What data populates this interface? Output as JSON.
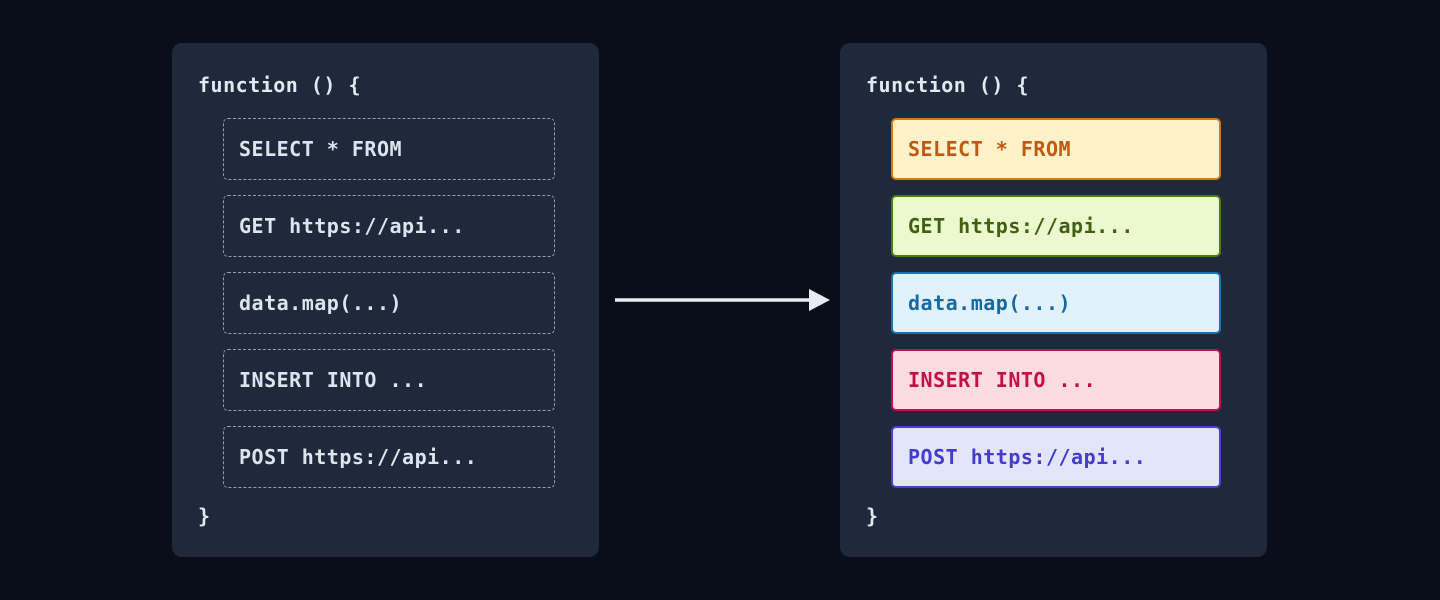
{
  "page": {
    "background": "#0a0e18",
    "panel_background": "#1e293b",
    "title_color": "#e2e8f0",
    "arrow_color": "#e7ebf2",
    "dashed_border_color": "#94a0b0",
    "dashed_text_color": "#dde4ee"
  },
  "left_panel": {
    "title": "function () {",
    "close_brace": "}",
    "items": [
      {
        "id": "select-from",
        "label": "SELECT * FROM"
      },
      {
        "id": "get-https-api",
        "label": "GET https://api..."
      },
      {
        "id": "data-map",
        "label": "data.map(...)"
      },
      {
        "id": "insert-into",
        "label": "INSERT INTO ..."
      },
      {
        "id": "post-https-api",
        "label": "POST https://api..."
      }
    ]
  },
  "right_panel": {
    "title": "function () {",
    "close_brace": "}",
    "items": [
      {
        "id": "select-from",
        "label": "SELECT * FROM",
        "bg": "#fdf2c9",
        "border": "#d07a1a",
        "color": "#c05a12"
      },
      {
        "id": "get-https-api",
        "label": "GET https://api...",
        "bg": "#ecf8cd",
        "border": "#4d7c0f",
        "color": "#3f6212"
      },
      {
        "id": "data-map",
        "label": "data.map(...)",
        "bg": "#e0f1fc",
        "border": "#1d73ad",
        "color": "#1769a2"
      },
      {
        "id": "insert-into",
        "label": "INSERT INTO ...",
        "bg": "#fcdce0",
        "border": "#c21048",
        "color": "#c21048"
      },
      {
        "id": "post-https-api",
        "label": "POST https://api...",
        "bg": "#e2e5fc",
        "border": "#4a42cf",
        "color": "#443dcb"
      }
    ]
  }
}
